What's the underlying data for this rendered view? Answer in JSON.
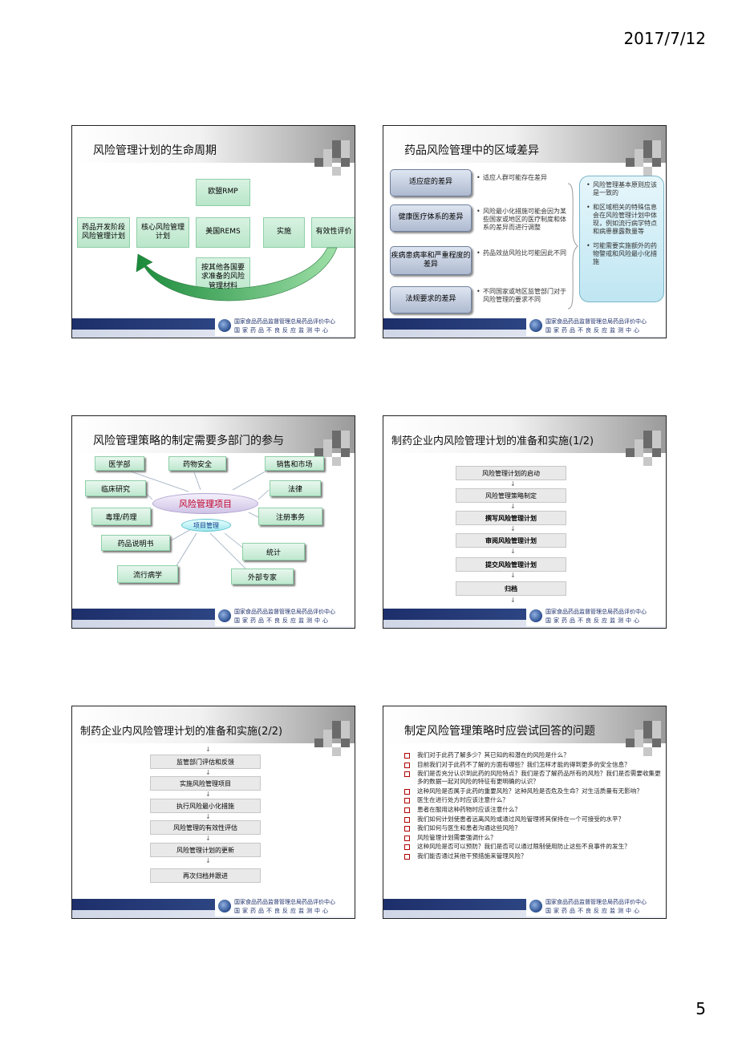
{
  "page": {
    "date": "2017/7/12",
    "number": "5"
  },
  "footer": {
    "line1": "国家食品药品监督管理总局药品评价中心",
    "line2": "国家药品不良反应监测中心"
  },
  "slides": {
    "s1": {
      "title": "风险管理计划的生命周期",
      "boxes": {
        "dev": "药品开发阶段风险管理计划",
        "core": "核心风险管理计划",
        "eu": "欧盟RMP",
        "us": "美国REMS",
        "other": "按其他各国要求准备的风险管理材料",
        "impl": "实施",
        "eval": "有效性评价"
      }
    },
    "s2": {
      "title": "药品风险管理中的区域差异",
      "rows": [
        {
          "label": "适应症的差异",
          "note": "适应人群可能存在差异"
        },
        {
          "label": "健康医疗体系的差异",
          "note": "风险最小化措施可能会因为某些国家或地区的医疗制度和体系的差异而进行调整"
        },
        {
          "label": "疾病患病率和严重程度的差异",
          "note": "药品效益风险比可能因此不同"
        },
        {
          "label": "法规要求的差异",
          "note": "不同国家或地区监管部门对于风险管理的要求不同"
        }
      ],
      "callout": [
        "风险管理基本原则应该是一致的",
        "和区域相关的特殊信息会在风险管理计划中体现，例如流行病学特点和病患暴露数量等",
        "可能需要实施额外的药物警戒和风险最小化措施"
      ]
    },
    "s3": {
      "title": "风险管理策略的制定需要多部门的参与",
      "center": "风险管理项目",
      "sub": "项目管理",
      "nodes": {
        "medical": "医学部",
        "safety": "药物安全",
        "sales": "销售和市场",
        "clinical": "临床研究",
        "legal": "法律",
        "tox": "毒理/药理",
        "reg": "注册事务",
        "label": "药品说明书",
        "stats": "统计",
        "epi": "流行病学",
        "expert": "外部专家"
      }
    },
    "s4": {
      "title": "制药企业内风险管理计划的准备和实施(1/2)",
      "steps": [
        "风险管理计划的启动",
        "风险管理策略制定",
        "撰写风险管理计划",
        "审阅风险管理计划",
        "提交风险管理计划",
        "归档"
      ]
    },
    "s5": {
      "title": "制药企业内风险管理计划的准备和实施(2/2)",
      "steps": [
        "监管部门评估和反馈",
        "实施风险管理项目",
        "执行风险最小化措施",
        "风险管理的有效性评估",
        "风险管理计划的更新",
        "再次归档并跟进"
      ]
    },
    "s6": {
      "title": "制定风险管理策略时应尝试回答的问题",
      "questions": [
        "我们对于此药了解多少？其已知的和潜在的风险是什么？",
        "目前我们对于此药不了解的方面有哪些？我们怎样才能的得到更多的安全信息？",
        "我们是否充分认识到此药的风险特点？我们是否了解药品所有的风险？我们是否需要收集更多的数据一起对风险的特征有更明确的认识？",
        "这种风险是否属于此药的重要风险？这种风险是否危及生命？对生活质量有无影响？",
        "医生在进行处方时应该注意什么？",
        "患者在服用这种药物时应该注意什么？",
        "我们如何计划使患者远离风险或通过风险管理将其保持在一个可接受的水平？",
        "我们如何与医生和患者沟通这些风险？",
        "风险管理计划需要强调什么？",
        "这种风险是否可以预防？我们是否可以通过限制使用防止这些不良事件的发生？",
        "我们能否通过其他干预措施来管理风险？"
      ]
    }
  }
}
